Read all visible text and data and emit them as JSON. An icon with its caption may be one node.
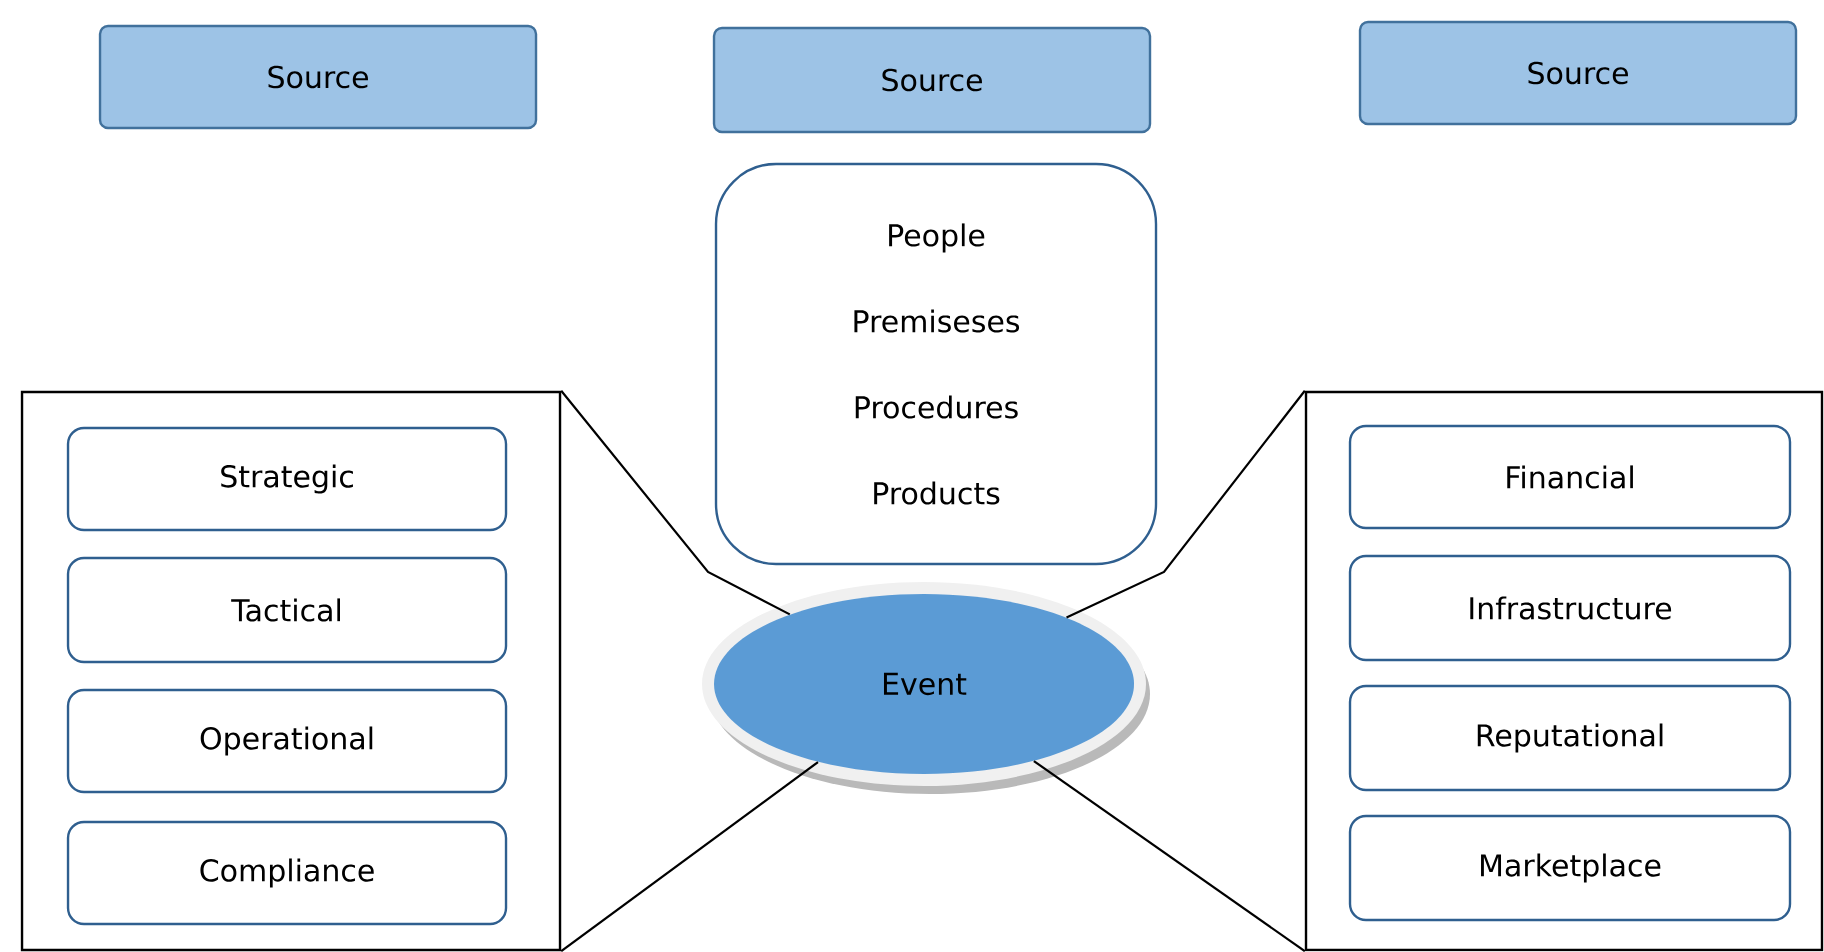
{
  "diagram": {
    "nodes": [
      {
        "text": [
          "Source"
        ]
      },
      {
        "text": [
          "Source"
        ]
      },
      {
        "text": [
          "Source"
        ]
      },
      {
        "text": [
          "People",
          "Premiseses",
          "Procedures",
          "Products"
        ]
      },
      {
        "text": [],
        "shape": "box"
      },
      {
        "text": [
          "Strategic"
        ],
        "in": 4
      },
      {
        "text": [
          "Tactical"
        ],
        "in": 4
      },
      {
        "text": [
          "Operational"
        ],
        "in": 4
      },
      {
        "text": [
          "Compliance"
        ],
        "in": 4
      },
      {
        "text": [],
        "shape": "box"
      },
      {
        "text": [
          "Financial"
        ],
        "in": 9
      },
      {
        "text": [
          "Infrastructure"
        ],
        "in": 9
      },
      {
        "text": [
          "Reputational"
        ],
        "in": 9
      },
      {
        "text": [
          "Marketplace"
        ],
        "in": 9
      },
      {
        "text": [
          "Event"
        ]
      }
    ],
    "edges": [
      {
        "from": 4,
        "to": 14,
        "arrow": "none"
      },
      {
        "from": 4,
        "to": 14,
        "arrow": "none"
      },
      {
        "from": 9,
        "to": 14,
        "arrow": "none"
      },
      {
        "from": 9,
        "to": 14,
        "arrow": "none"
      }
    ]
  }
}
